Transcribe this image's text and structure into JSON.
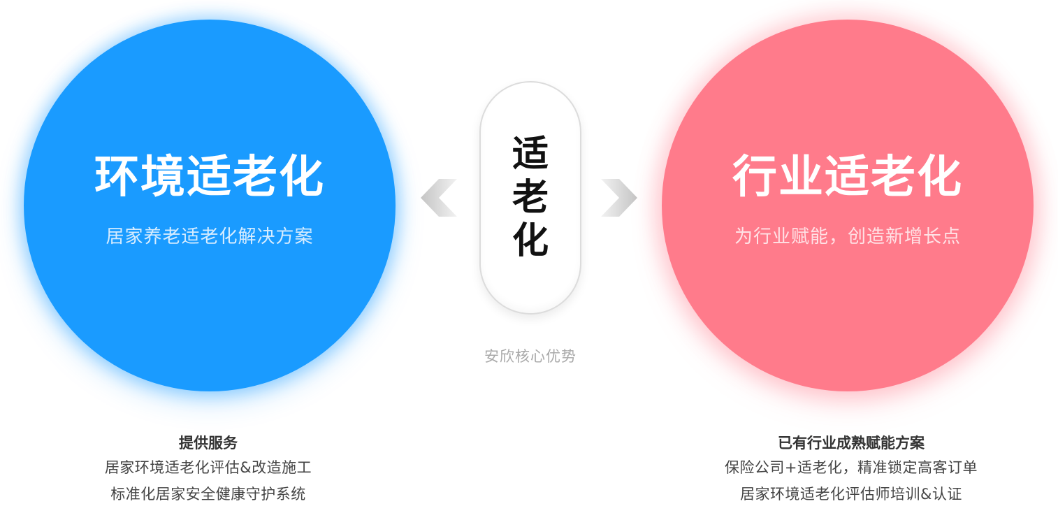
{
  "left_circle": {
    "title": "环境适老化",
    "subtitle": "居家养老适老化解决方案",
    "color": "#1a9bff"
  },
  "right_circle": {
    "title": "行业适老化",
    "subtitle": "为行业赋能，创造新增长点",
    "color": "#ff7b8b"
  },
  "center": {
    "chars": [
      "适",
      "老",
      "化"
    ],
    "caption": "安欣核心优势"
  },
  "left_info": {
    "heading": "提供服务",
    "lines": [
      "居家环境适老化评估&改造施工",
      "标准化居家安全健康守护系统"
    ]
  },
  "right_info": {
    "heading": "已有行业成熟赋能方案",
    "lines": [
      "保险公司+适老化，精准锁定高客订单",
      "居家环境适老化评估师培训&认证"
    ]
  },
  "icons": {
    "left_arrow": "chevron-left-icon",
    "right_arrow": "chevron-right-icon"
  }
}
